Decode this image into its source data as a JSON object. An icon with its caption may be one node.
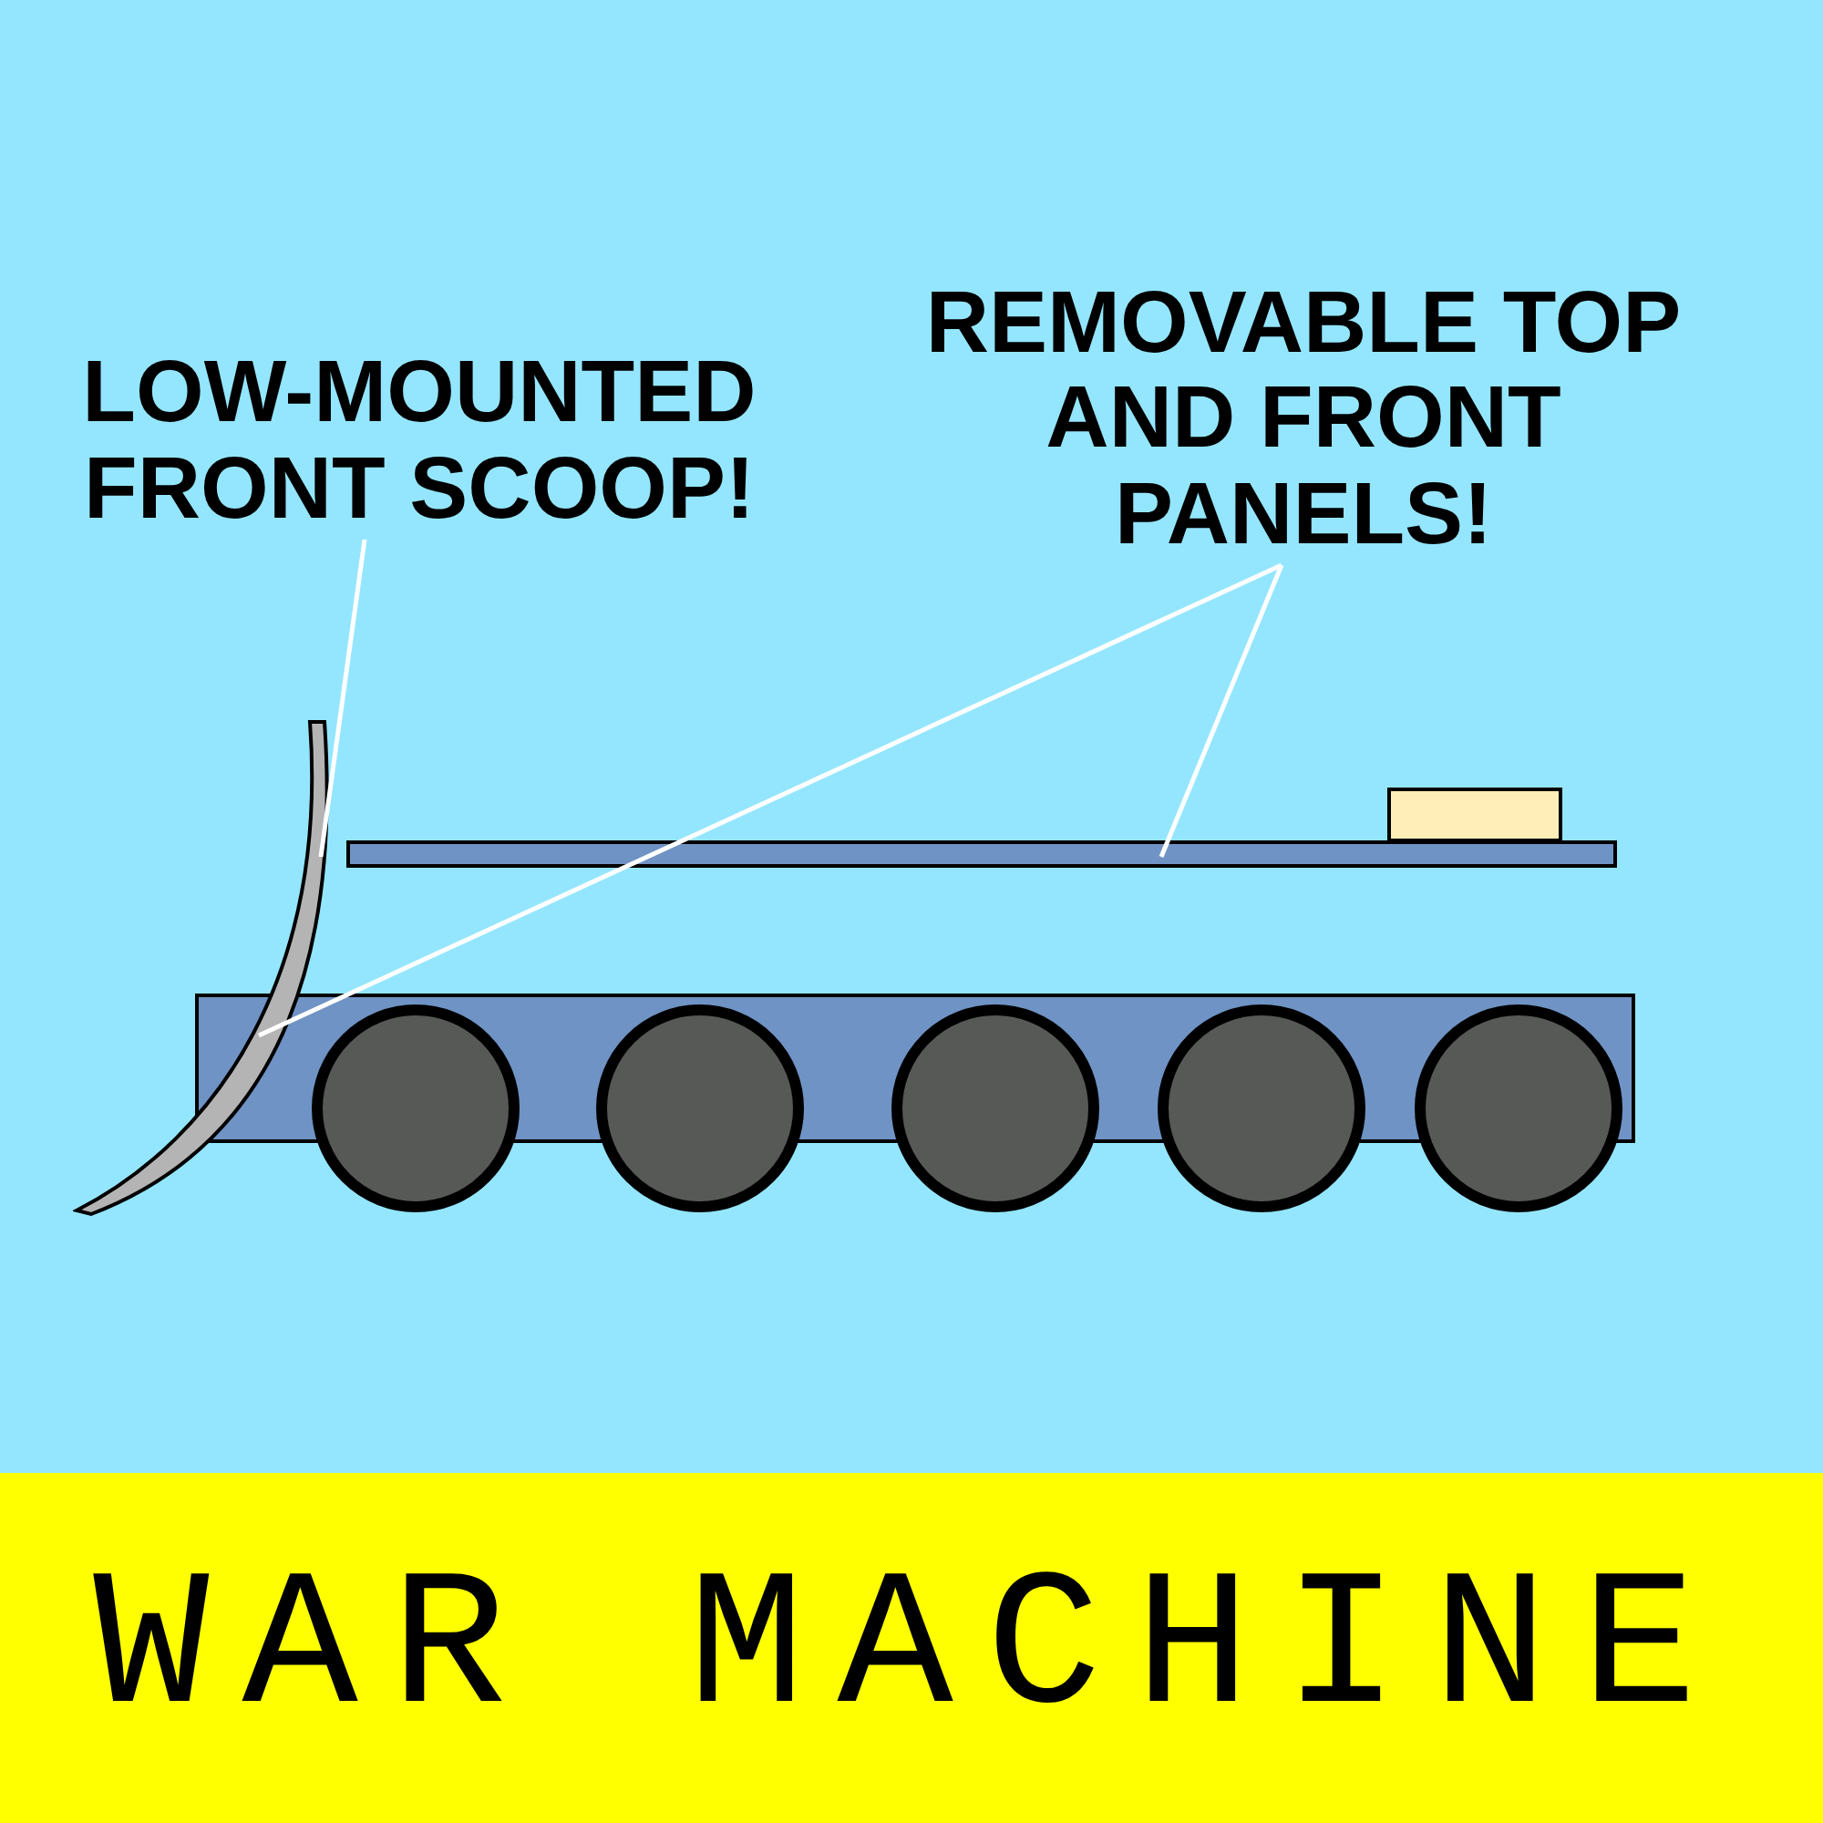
{
  "diagram": {
    "title": "WAR MACHINE",
    "nodes": [
      {
        "text": [
          "LOW-MOUNTED FRONT SCOOP!"
        ]
      },
      {
        "text": [
          "REMOVABLE TOP AND FRONT PANELS!"
        ]
      },
      {
        "text": [],
        "shape": "picture"
      },
      {
        "text": [],
        "shape": "bar"
      }
    ],
    "edges": [
      {
        "from": 0,
        "to": 2,
        "arrow": "none"
      },
      {
        "from": 1,
        "to": 2,
        "arrow": "none"
      },
      {
        "from": 1,
        "to": 3,
        "arrow": "none"
      }
    ]
  }
}
